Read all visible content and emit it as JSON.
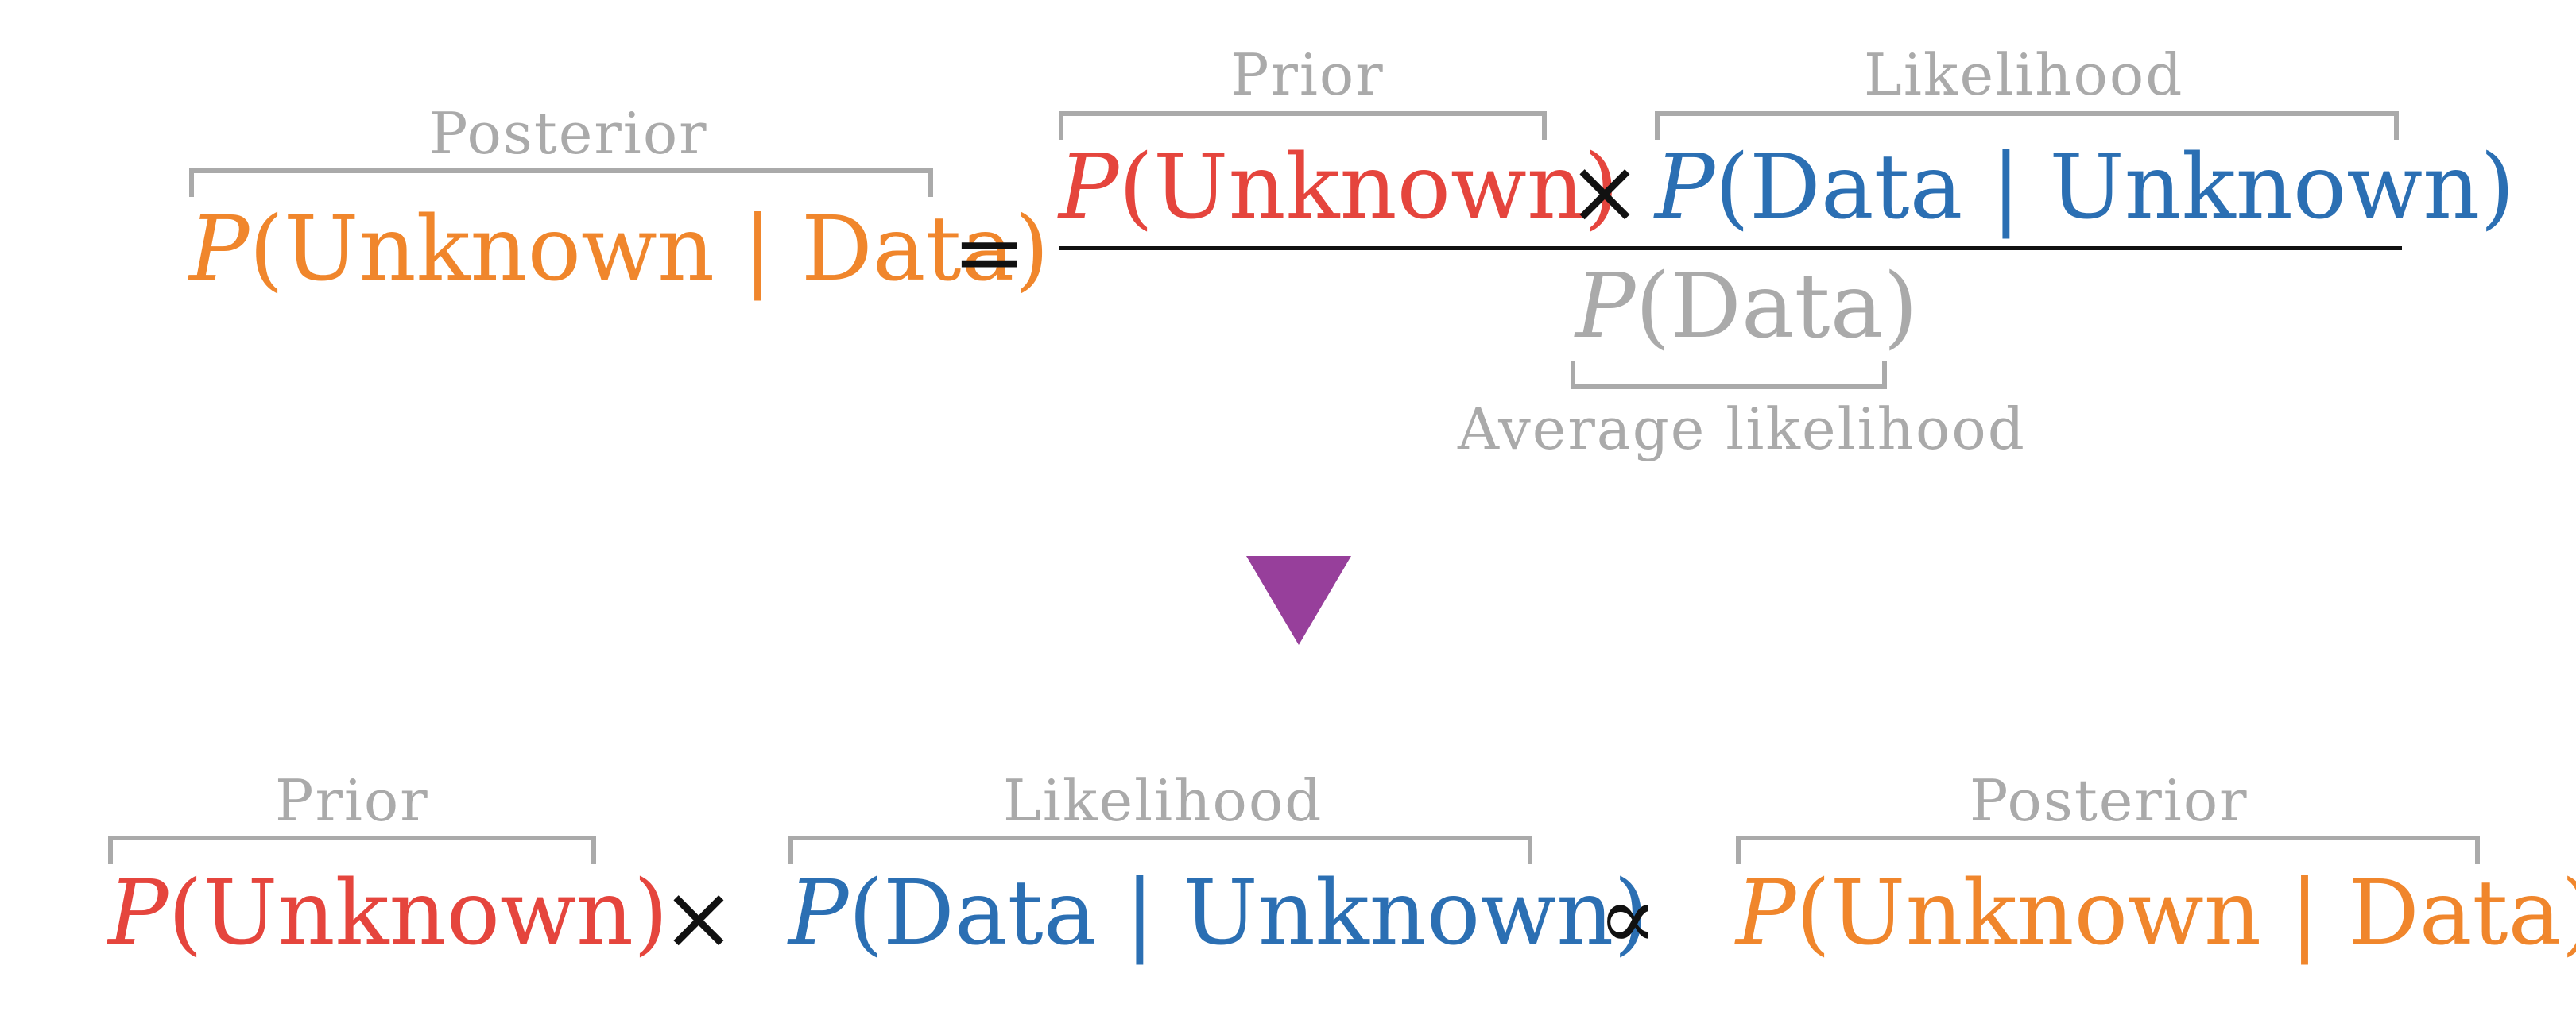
{
  "colors": {
    "posterior": "#f0862c",
    "prior": "#e5453d",
    "likelihood": "#2b6fb3",
    "average": "#aaaaaa",
    "label": "#aaaaaa",
    "operator": "#111111",
    "arrow": "#973f9b"
  },
  "top": {
    "posterior_label": "Posterior",
    "posterior_expr": {
      "p": "P",
      "body": "(Unknown | Data)"
    },
    "equals": "=",
    "prior_label": "Prior",
    "prior_expr": {
      "p": "P",
      "body": "(Unknown)"
    },
    "times": "×",
    "likelihood_label": "Likelihood",
    "likelihood_expr": {
      "p": "P",
      "body": "(Data | Unknown)"
    },
    "denominator_expr": {
      "p": "P",
      "body": "(Data)"
    },
    "average_label": "Average likelihood"
  },
  "arrow_icon": "down-triangle-icon",
  "bottom": {
    "prior_label": "Prior",
    "prior_expr": {
      "p": "P",
      "body": "(Unknown)"
    },
    "times": "×",
    "likelihood_label": "Likelihood",
    "likelihood_expr": {
      "p": "P",
      "body": "(Data | Unknown)"
    },
    "proportional": "∝",
    "posterior_label": "Posterior",
    "posterior_expr": {
      "p": "P",
      "body": "(Unknown | Data)"
    }
  }
}
